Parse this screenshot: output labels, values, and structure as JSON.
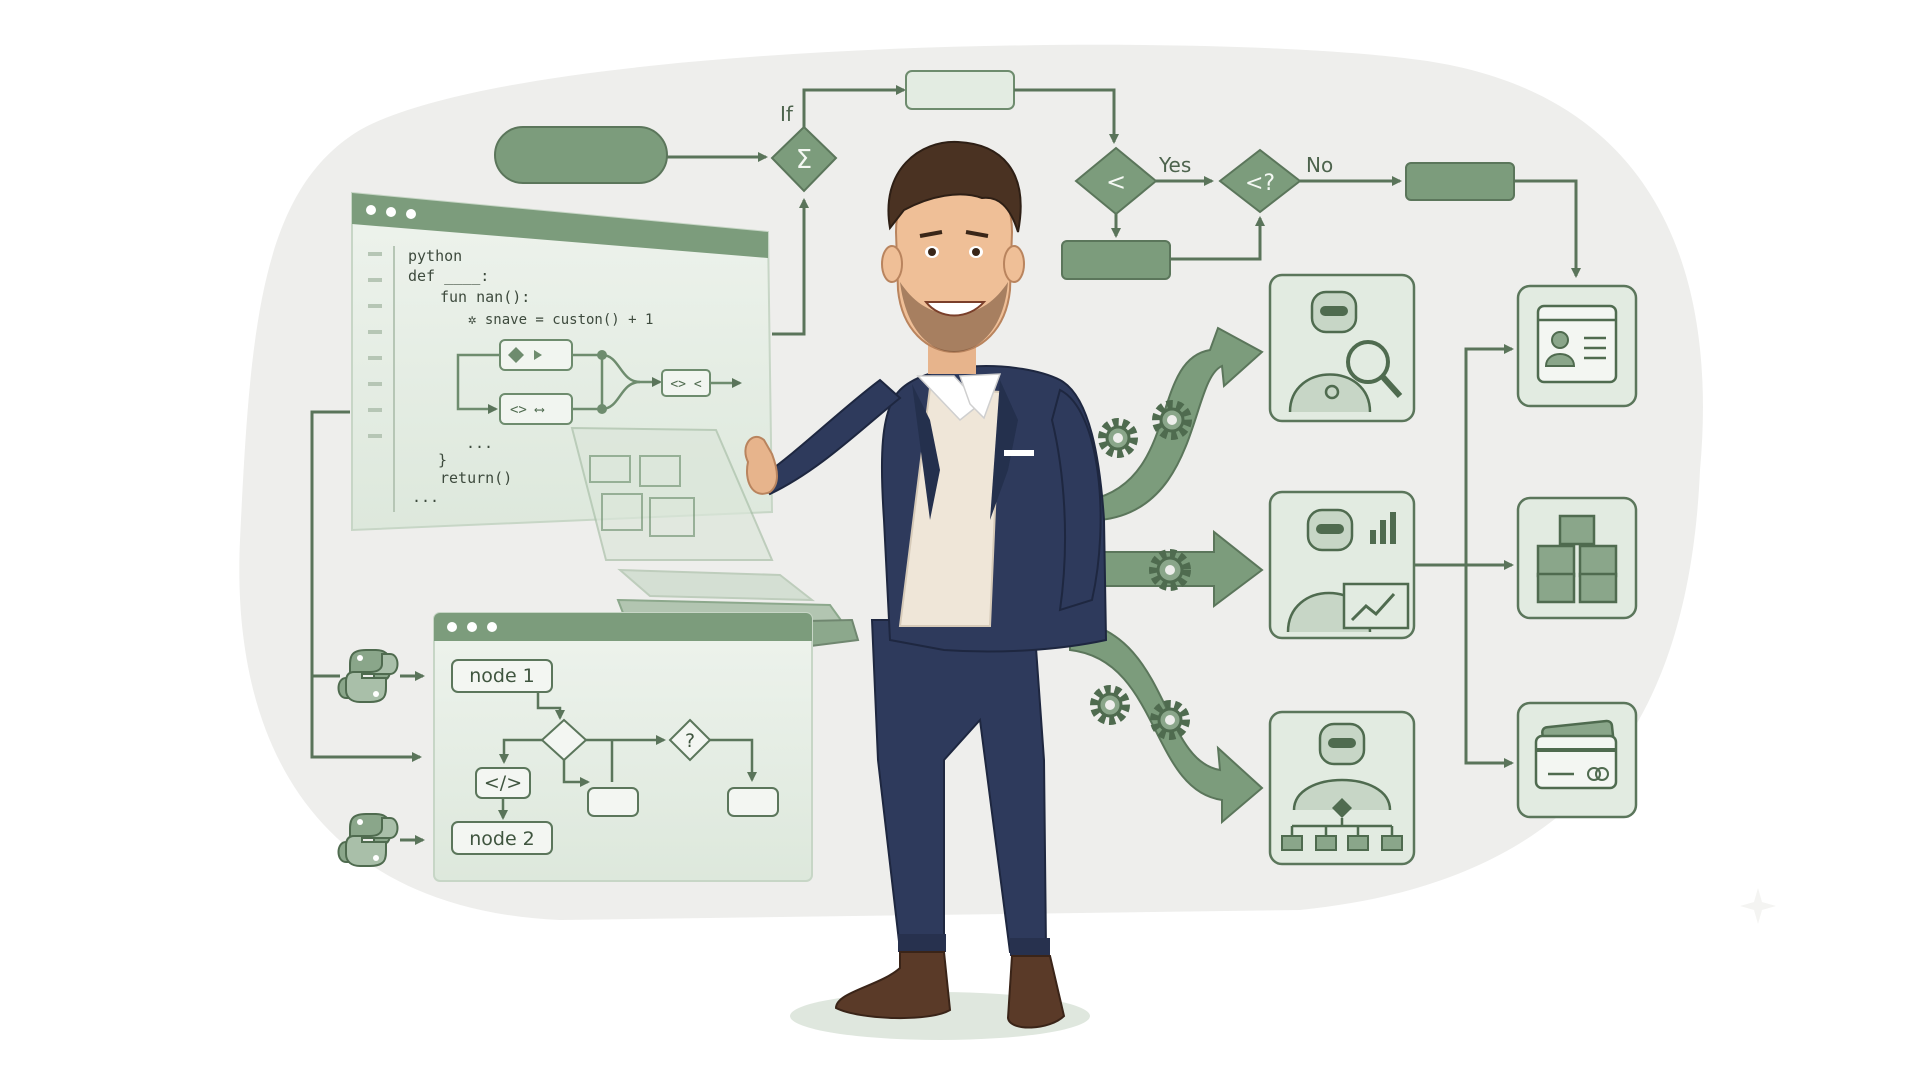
{
  "flowchart": {
    "if_label": "If",
    "sum_symbol": "Σ",
    "lt_symbol": "<",
    "query_symbol": "<?",
    "yes_label": "Yes",
    "no_label": "No"
  },
  "code_window": {
    "lines": [
      "python",
      "def ____:",
      "fun nan():",
      "✲ snave = custon() + 1",
      "...",
      "}",
      "return()",
      "..."
    ],
    "chip_symbol": "<> <"
  },
  "node_window": {
    "node1_label": "node 1",
    "node2_label": "node 2",
    "code_chip": "</>",
    "question_symbol": "?"
  },
  "agents": [
    {
      "icon": "robot-magnifier-icon"
    },
    {
      "icon": "robot-analytics-icon"
    },
    {
      "icon": "robot-org-chart-icon"
    }
  ],
  "outputs": [
    {
      "icon": "profile-card-icon"
    },
    {
      "icon": "boxes-icon"
    },
    {
      "icon": "credit-card-icon"
    }
  ],
  "colors": {
    "accent_green": "#7a9a7a",
    "dark_green": "#4f6b4f",
    "panel_bg": "#e6eee5",
    "blob_bg": "#efefed",
    "suit_navy": "#2e3a5c"
  }
}
